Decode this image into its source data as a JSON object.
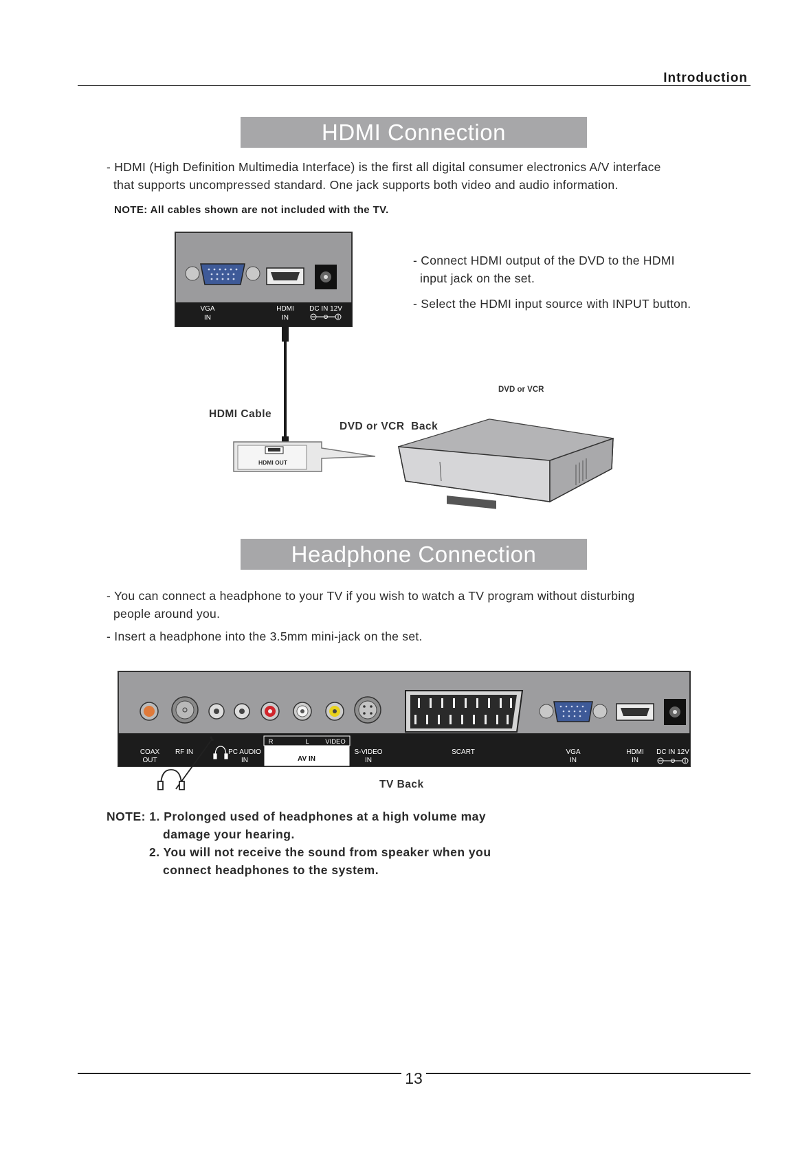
{
  "header": {
    "title": "Introduction"
  },
  "hdmi_section": {
    "title": "HDMI Connection",
    "intro_line1": "- HDMI (High Definition Multimedia Interface) is the first all digital consumer electronics A/V interface",
    "intro_line2": "that supports uncompressed standard. One jack supports both video and audio information.",
    "note": "NOTE: All cables shown are not included with the TV.",
    "step1_line1": "- Connect HDMI output of the DVD to the HDMI",
    "step1_line2": "input jack on the set.",
    "step2": "- Select the HDMI input source with INPUT button.",
    "panel": {
      "vga": "VGA",
      "vga_in": "IN",
      "hdmi": "HDMI",
      "hdmi_in": "IN",
      "dc": "DC IN 12V"
    },
    "cable_label": "HDMI Cable",
    "dvd_back_label": "DVD or VCR  Back",
    "hdmi_out_label": "HDMI OUT",
    "dvd_label": "DVD or VCR"
  },
  "headphone_section": {
    "title": "Headphone Connection",
    "para1_line1": "- You can connect a headphone to your TV if you wish to watch a TV program without disturbing",
    "para1_line2": "people around you.",
    "para2": "- Insert a headphone into the 3.5mm mini-jack on the set.",
    "panel": {
      "coax": "COAX",
      "coax_out": "OUT",
      "rf": "RF IN",
      "pc_audio": "PC AUDIO",
      "pc_audio_in": "IN",
      "r": "R",
      "l": "L",
      "video": "VIDEO",
      "av_in": "AV IN",
      "svideo": "S-VIDEO",
      "svideo_in": "IN",
      "scart": "SCART",
      "vga": "VGA",
      "vga_in": "IN",
      "hdmi": "HDMI",
      "hdmi_in": "IN",
      "dc": "DC IN 12V"
    },
    "tv_back_label": "TV Back",
    "note_line1": "NOTE: 1. Prolonged used of headphones at a high volume may",
    "note_line2": "damage your hearing.",
    "note_line3": "2. You will not receive the sound from speaker when you",
    "note_line4": "connect headphones to the system."
  },
  "footer": {
    "page_number": "13"
  }
}
